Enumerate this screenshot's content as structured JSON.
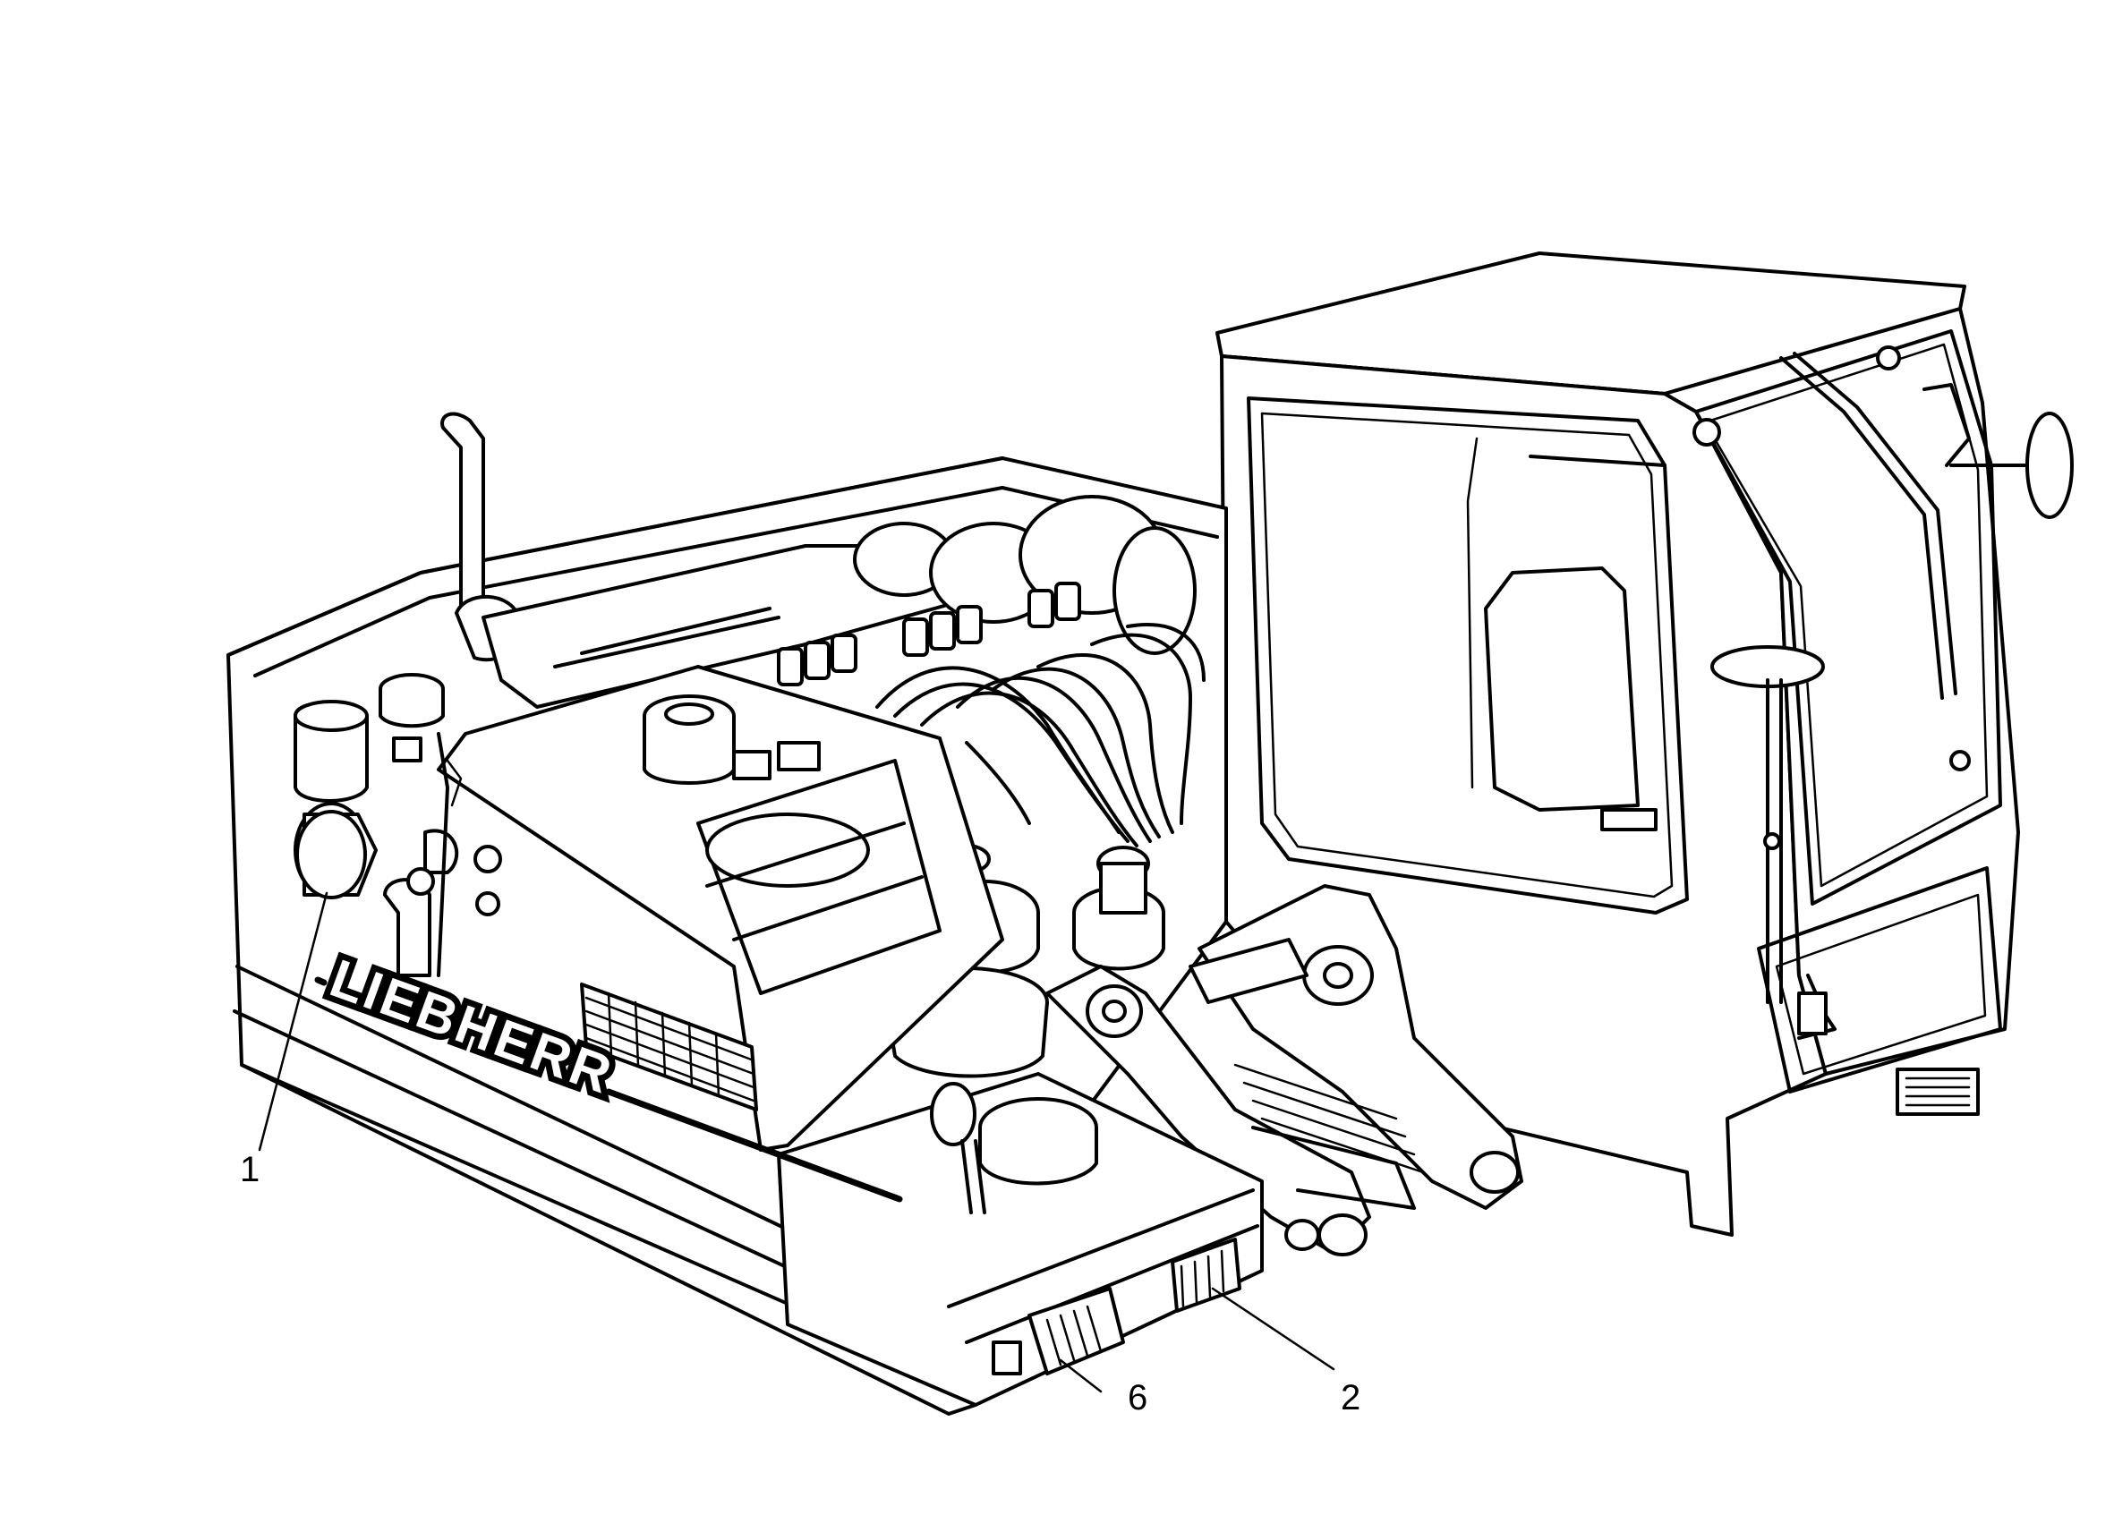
{
  "diagram": {
    "brand_label": "LIEBHERR",
    "callouts": [
      {
        "id": "callout-1",
        "label": "1"
      },
      {
        "id": "callout-6",
        "label": "6"
      },
      {
        "id": "callout-2",
        "label": "2"
      }
    ]
  }
}
